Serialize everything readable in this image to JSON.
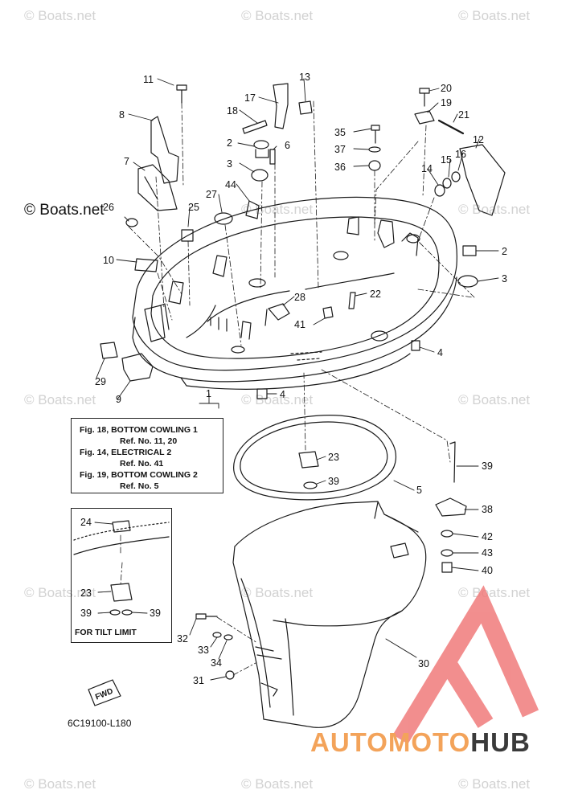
{
  "watermark": {
    "text": "© Boats.net",
    "prominent_text": "© Boats.net"
  },
  "callouts": [
    {
      "id": "c11",
      "label": "11"
    },
    {
      "id": "c8",
      "label": "8"
    },
    {
      "id": "c7",
      "label": "7"
    },
    {
      "id": "c26",
      "label": "26"
    },
    {
      "id": "c25",
      "label": "25"
    },
    {
      "id": "c10",
      "label": "10"
    },
    {
      "id": "c29",
      "label": "29"
    },
    {
      "id": "c9",
      "label": "9"
    },
    {
      "id": "c13",
      "label": "13"
    },
    {
      "id": "c17",
      "label": "17"
    },
    {
      "id": "c18",
      "label": "18"
    },
    {
      "id": "c2a",
      "label": "2"
    },
    {
      "id": "c6",
      "label": "6"
    },
    {
      "id": "c3a",
      "label": "3"
    },
    {
      "id": "c44",
      "label": "44"
    },
    {
      "id": "c27",
      "label": "27"
    },
    {
      "id": "c28",
      "label": "28"
    },
    {
      "id": "c41",
      "label": "41"
    },
    {
      "id": "c22",
      "label": "22"
    },
    {
      "id": "c35",
      "label": "35"
    },
    {
      "id": "c37",
      "label": "37"
    },
    {
      "id": "c36",
      "label": "36"
    },
    {
      "id": "c20",
      "label": "20"
    },
    {
      "id": "c19",
      "label": "19"
    },
    {
      "id": "c21",
      "label": "21"
    },
    {
      "id": "c12",
      "label": "12"
    },
    {
      "id": "c16",
      "label": "16"
    },
    {
      "id": "c15",
      "label": "15"
    },
    {
      "id": "c14",
      "label": "14"
    },
    {
      "id": "c2b",
      "label": "2"
    },
    {
      "id": "c3b",
      "label": "3"
    },
    {
      "id": "c4a",
      "label": "4"
    },
    {
      "id": "c4b",
      "label": "4"
    },
    {
      "id": "c1",
      "label": "1"
    },
    {
      "id": "c23a",
      "label": "23"
    },
    {
      "id": "c39a",
      "label": "39"
    },
    {
      "id": "c5",
      "label": "5"
    },
    {
      "id": "c39b",
      "label": "39"
    },
    {
      "id": "c38",
      "label": "38"
    },
    {
      "id": "c42",
      "label": "42"
    },
    {
      "id": "c43",
      "label": "43"
    },
    {
      "id": "c40",
      "label": "40"
    },
    {
      "id": "c24",
      "label": "24"
    },
    {
      "id": "c23b",
      "label": "23"
    },
    {
      "id": "c39c",
      "label": "39"
    },
    {
      "id": "c39d",
      "label": "39"
    },
    {
      "id": "c32",
      "label": "32"
    },
    {
      "id": "c33",
      "label": "33"
    },
    {
      "id": "c34",
      "label": "34"
    },
    {
      "id": "c31",
      "label": "31"
    },
    {
      "id": "c30",
      "label": "30"
    }
  ],
  "reference_box": {
    "lines": [
      "Fig. 18, BOTTOM COWLING 1",
      "Ref. No. 11, 20",
      "Fig. 14, ELECTRICAL 2",
      "Ref. No. 41",
      "Fig. 19, BOTTOM COWLING 2",
      "Ref. No. 5"
    ]
  },
  "inset": {
    "caption": "FOR TILT LIMIT"
  },
  "fwd_label": "FWD",
  "diagram_code": "6C19100-L180",
  "logo": {
    "part_a": "AUTOMOTO",
    "part_b": "HUB",
    "colors": {
      "triangle": "#f07b7b",
      "text_a": "#f3a35a",
      "text_b": "#3a3a3a"
    }
  },
  "colors": {
    "line": "#1a1a1a",
    "watermark": "#d2d2d2"
  }
}
